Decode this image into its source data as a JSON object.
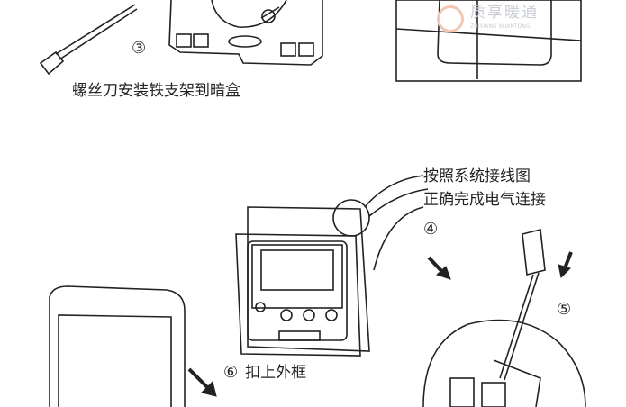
{
  "step3": {
    "number": "③",
    "caption": "螺丝刀安装铁支架到暗盒"
  },
  "watermark": {
    "name_cn": "质享暖通",
    "name_en": "ZHIXIANG NUANTONG"
  },
  "step4": {
    "number": "④",
    "caption_line1": "按照系统接线图",
    "caption_line2": "正确完成电气连接"
  },
  "step5": {
    "number": "⑤"
  },
  "step6": {
    "number": "⑥",
    "caption": "扣上外框"
  }
}
